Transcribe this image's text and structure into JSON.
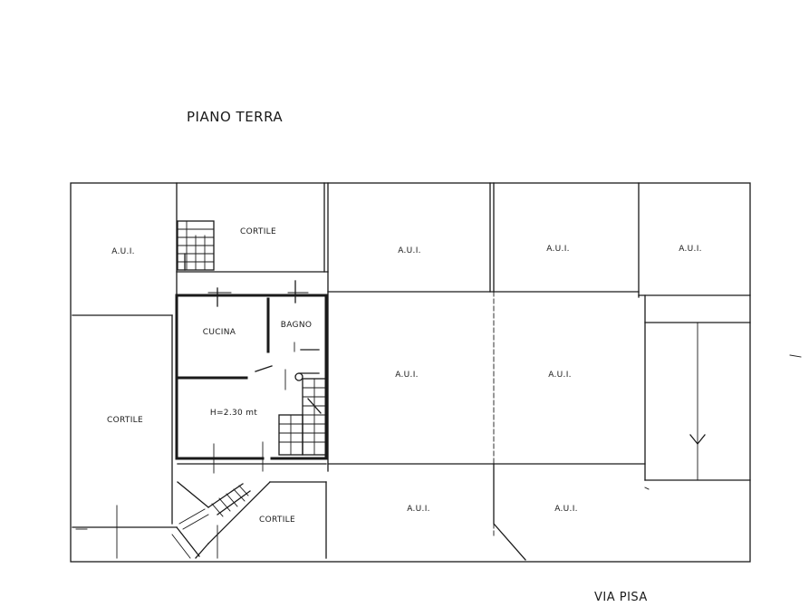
{
  "title": "PIANO TERRA",
  "street": "VIA PISA",
  "rooms": {
    "aui": "A.U.I.",
    "cortile": "CORTILE",
    "cucina": "CUCINA",
    "bagno": "BAGNO",
    "soggiorno": "H=2.30 mt"
  }
}
